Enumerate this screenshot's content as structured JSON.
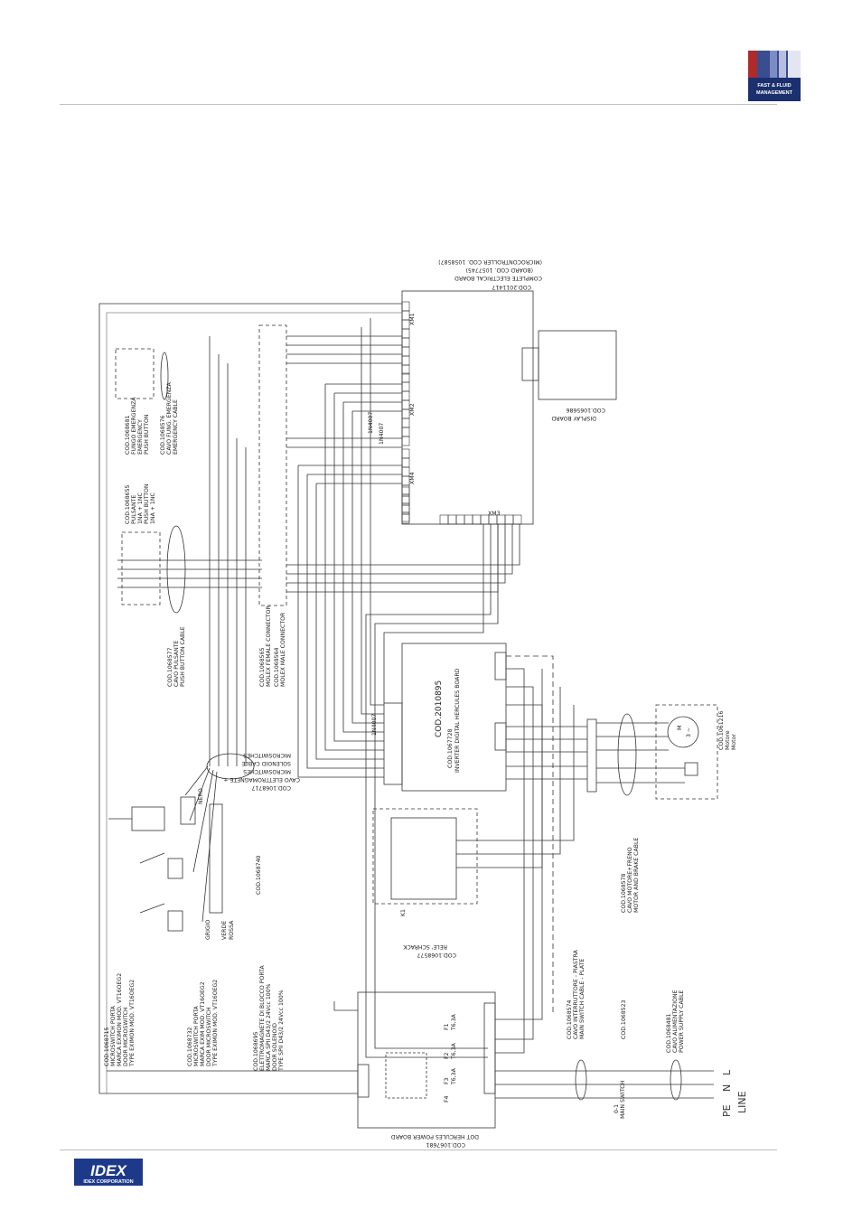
{
  "header": {
    "brand_line1": "FAST & FLUID",
    "brand_line2": "MANAGEMENT"
  },
  "footer": {
    "brand_logo": "IDEX",
    "brand_sub": "IDEX CORPORATION"
  },
  "diagram": {
    "main_board": {
      "code": "COD.2011417",
      "l1": "COMPLETE ELECTRICAL BOARD",
      "l2": "(BOARD COD. 1057745)",
      "l3": "(MICROCONTROLLER COD. 1058587)"
    },
    "display_board": {
      "code": "COD.1065686",
      "label": "DISPLAY BOARD"
    },
    "xm1": "XM1",
    "xm2": "XM2",
    "xm3": "XM3",
    "xm4": "XM4",
    "diodes": [
      "1N4007",
      "1N4007",
      "1N4007"
    ],
    "emergency_button": {
      "code": "COD.1068681",
      "l1": "FUNGO EMERGENZA",
      "l2": "EMERGENCY",
      "l3": "PUSH BUTTON"
    },
    "emergency_cable": {
      "code": "COD.1068576",
      "l1": "CAVO FUNG. EMERGENZA",
      "l2": "EMERGENCY CABLE"
    },
    "pushbutton": {
      "code": "COD.1068655",
      "l1": "PULSANTE",
      "l2": "1NA + 1NC",
      "l3": "PUSH BUTTON",
      "l4": "1NA + 1NC"
    },
    "pushbutton_cable": {
      "code": "COD.1068577",
      "l1": "CAVO PULSANTE",
      "l2": "PUSH BUTTON CABLE"
    },
    "molex": {
      "l1": "COD.1068565",
      "l2": "MOLEX FEMALE CONNECTOR",
      "l3": "COD.1068564",
      "l4": "MOLEX MALE CONNECTOR"
    },
    "inverter": {
      "code": "COD.2010895",
      "l1": "COD.1067728",
      "l2": "INVERTER DIGITAL HERCULES BOARD"
    },
    "micro_cable": {
      "code": "COD.1068717",
      "l1": "CAVO ELETTROMAGNETE +",
      "l2": "MICROSWITCHES",
      "l3": "SOLENOID CABLE",
      "l4": "MICROSWITCHES"
    },
    "motor": {
      "code": "COD.1061216",
      "l1": "Motore",
      "l2": "Motor",
      "sym": "M",
      "sym2": "3 ~"
    },
    "motor_cable": {
      "code": "COD.1068578",
      "l1": "CAVO MOTORE+FRENO",
      "l2": "MOTOR AND BRAKE CABLE"
    },
    "ref_1068740": "COD.1068740",
    "relay": {
      "code": "COD.1068577",
      "l1": "RELE' SCHRACK",
      "k": "K1"
    },
    "wire_labels": {
      "grigio": "GRIGIO",
      "verde": "VERDE",
      "rosso": "ROSSA",
      "nero": "NERO"
    },
    "microswitch_door": {
      "code": "COD.1068715",
      "l1": "MICROSWITCH PORTA",
      "l2": "MARCA EXIMON MOD. VT16OEG2",
      "l3": "DOOR MICROSWITCH",
      "l4": "TYPE EXIMON MOD. VT16OEG2"
    },
    "microswitch_door2": {
      "code": "COD.1068732",
      "l1": "MICROSWITCH PORTA",
      "l2": "MARCA EXIM MOD. VT16OEG2",
      "l3": "DOOR MICROSWITCH",
      "l4": "TYPE EXIMON MOD. VT16OEG2"
    },
    "solenoid": {
      "code": "COD.1068695",
      "l1": "ELETTROMAGNETE DI BLOCCO PORTA",
      "l2": "MARCA SPII D43/2 24Vcc 100%",
      "l3": "DOOR SOLENOID",
      "l4": "TYPE SPII D43/2 24Vcc 100%"
    },
    "main_switch_cable": {
      "code": "COD.1068574",
      "l1": "CAVO INTERRUTTORE - PIASTRA",
      "l2": "MAIN SWITCH CABLE - PLATE"
    },
    "main_switch": {
      "code": "COD.1068523",
      "l1": "0-1",
      "l2": "MAIN SWITCH"
    },
    "power_cable": {
      "code": "COD.1068481",
      "l1": "CAVO ALIMENTAZIONE",
      "l2": "POWER SUPPLY CABLE"
    },
    "power_board": {
      "code": "COD.1067681",
      "l1": "DOT HERCULES POWER BOARD"
    },
    "fuses": [
      "F1",
      "F2",
      "F3",
      "F4"
    ],
    "fuse_rating": "T6,3A",
    "line": {
      "label": "LINE",
      "pe": "PE",
      "n": "N",
      "l": "L"
    }
  }
}
